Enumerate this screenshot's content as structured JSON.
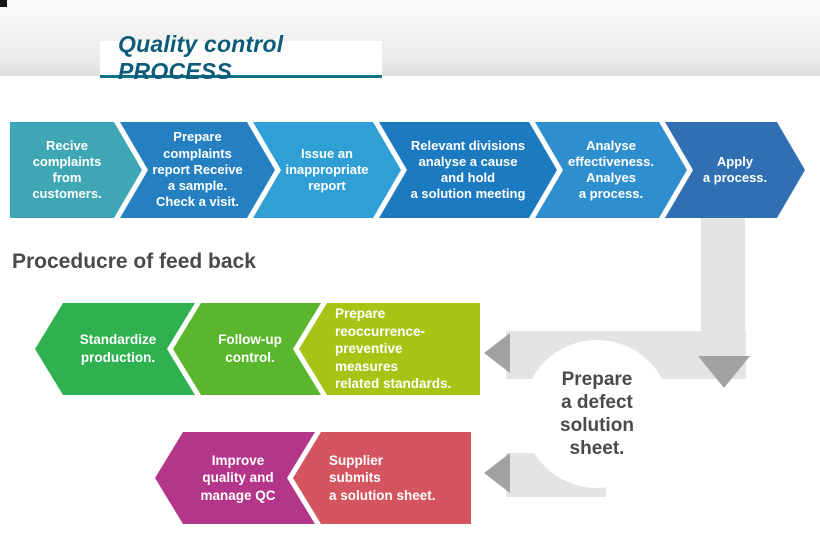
{
  "header": {
    "title": "Quality control PROCESS"
  },
  "colors": {
    "title_text": "#0c5b78",
    "title_underline": "#0c7286",
    "gray_path": "#e4e4e4",
    "gray_arrow": "#a2a2a2",
    "heading_text": "#4a4a4a"
  },
  "top_flow": {
    "steps": [
      {
        "label": "Recive\ncomplaints\nfrom\ncustomers.",
        "color": "#3fa6b5"
      },
      {
        "label": "Prepare\ncomplaints\nreport Receive\na sample.\nCheck a visit.",
        "color": "#2580c2"
      },
      {
        "label": "Issue an\ninappropriate\nreport",
        "color": "#2f9fd6"
      },
      {
        "label": "Relevant divisions\nanalyse a cause\nand hold\na solution meeting",
        "color": "#1c7ac0"
      },
      {
        "label": "Analyse\neffectiveness.\nAnalyes\na process.",
        "color": "#2f8fce"
      },
      {
        "label": "Apply\na process.",
        "color": "#2f6fb2"
      }
    ]
  },
  "feedback": {
    "heading": "Proceducre of feed back",
    "green_steps": [
      {
        "label": "Standardize\nproduction.",
        "color": "#2eb14e"
      },
      {
        "label": "Follow-up\ncontrol.",
        "color": "#5ab72d"
      },
      {
        "label": "Prepare\nreoccurrence-\npreventive\nmeasures\nrelated standards.",
        "color": "#a6c414"
      }
    ],
    "pink_steps": [
      {
        "label": "Improve\nquality and\nmanage QC",
        "color": "#b4368a"
      },
      {
        "label": "Supplier\nsubmits\na solution sheet.",
        "color": "#d4555f"
      }
    ],
    "circle_label": "Prepare\na defect\nsolution\nsheet."
  }
}
